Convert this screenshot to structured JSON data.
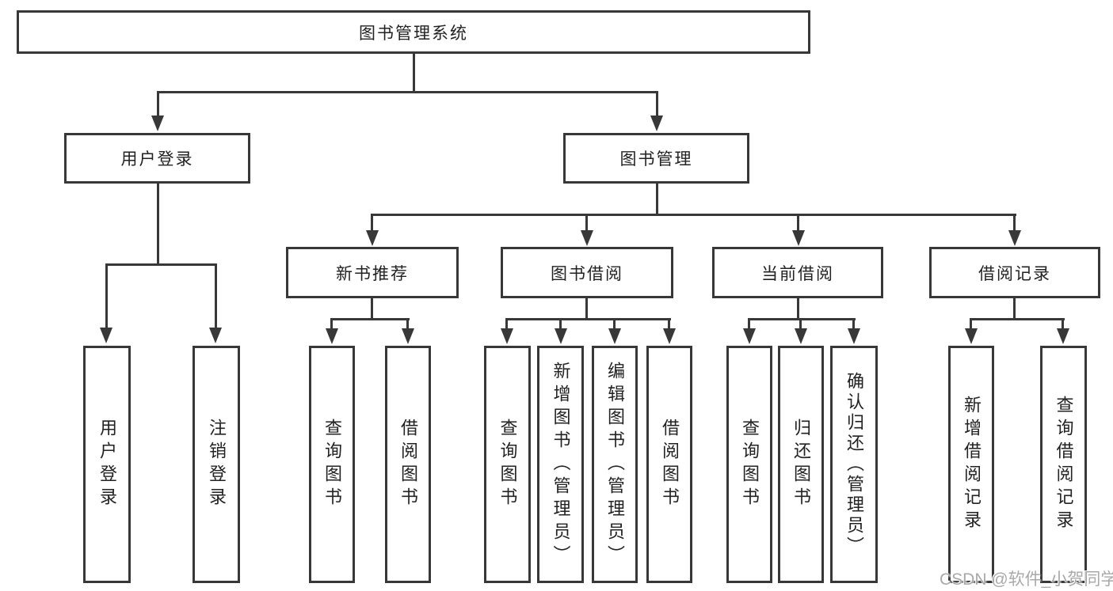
{
  "tree": {
    "label": "图书管理系统",
    "children": [
      {
        "label": "用户登录",
        "children": [
          {
            "label": "用户登录"
          },
          {
            "label": "注销登录"
          }
        ]
      },
      {
        "label": "图书管理",
        "children": [
          {
            "label": "新书推荐",
            "children": [
              {
                "label": "查询图书"
              },
              {
                "label": "借阅图书"
              }
            ]
          },
          {
            "label": "图书借阅",
            "children": [
              {
                "label": "查询图书"
              },
              {
                "label": "新增图书（管理员）"
              },
              {
                "label": "编辑图书（管理员）"
              },
              {
                "label": "借阅图书"
              }
            ]
          },
          {
            "label": "当前借阅",
            "children": [
              {
                "label": "查询图书"
              },
              {
                "label": "归还图书"
              },
              {
                "label": "确认归还（管理员）"
              }
            ]
          },
          {
            "label": "借阅记录",
            "children": [
              {
                "label": "新增借阅记录"
              },
              {
                "label": "查询借阅记录"
              }
            ]
          }
        ]
      }
    ]
  },
  "watermark": {
    "text": "CSDN @软件_小贺同学"
  },
  "colors": {
    "line": "#383838",
    "text": "#222222",
    "background": "#ffffff",
    "watermark": "#a9a9a9"
  }
}
